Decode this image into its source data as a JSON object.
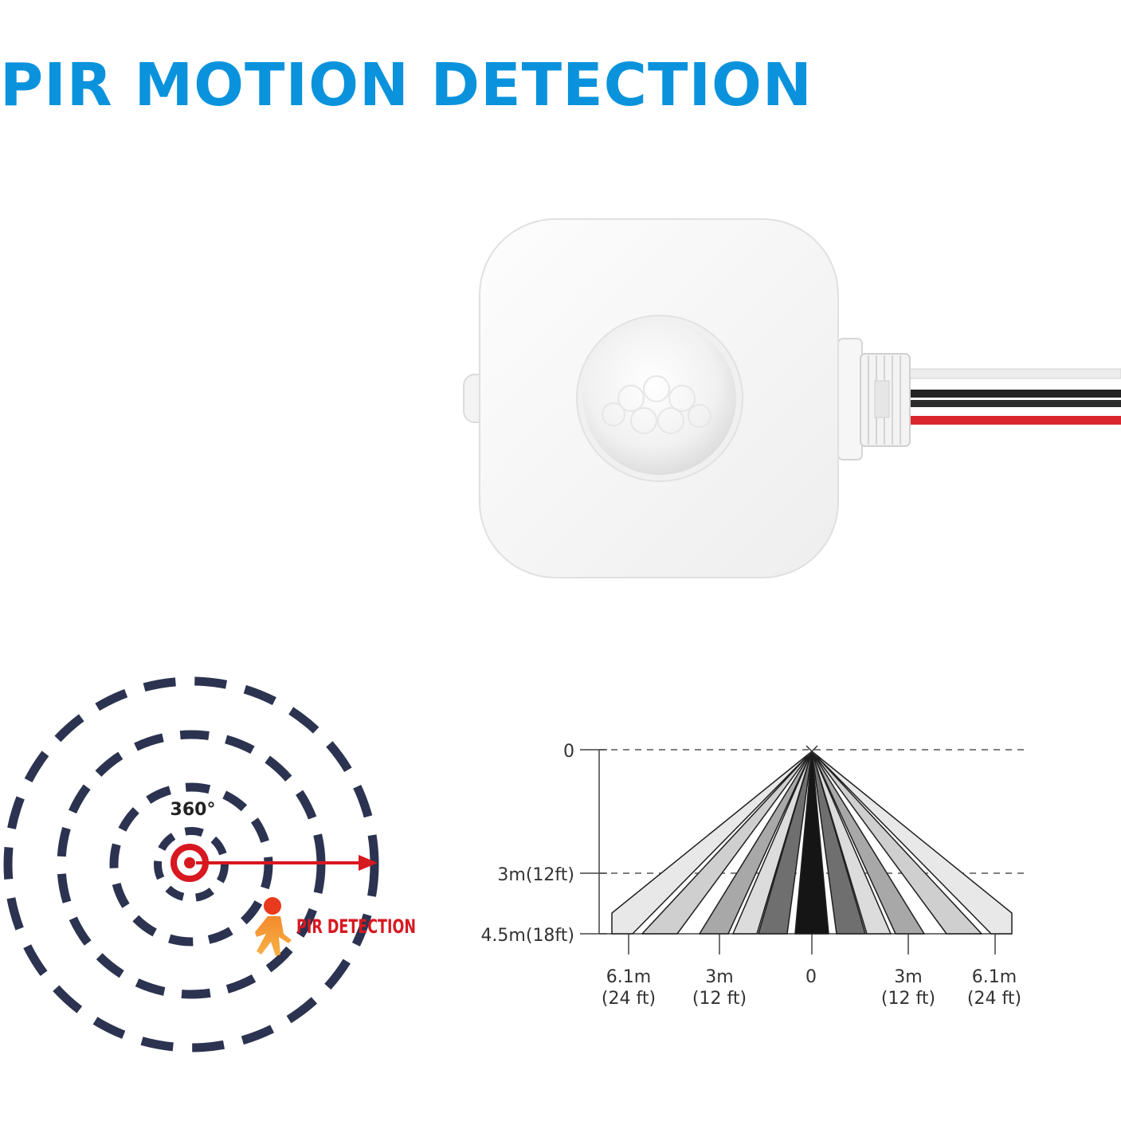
{
  "title": "PIR MOTION DETECTION",
  "colors": {
    "title": "#0a93dc",
    "ring_dash": "#2c3350",
    "target_red": "#d81820",
    "person_orange": "#f07828",
    "person_head": "#e83a1c",
    "wire_red": "#d8262c",
    "wire_black": "#1a1a1a",
    "wire_white": "#e4e4e4"
  },
  "icons": {
    "sensor": "pir-sensor-device-photo",
    "target": "target-icon",
    "person": "walking-person-icon"
  },
  "radial_diagram": {
    "angle_label": "360°",
    "detection_label": "PIR DETECTION"
  },
  "side_view": {
    "y_labels": [
      "0",
      "3m(12ft)",
      "4.5m(18ft)"
    ],
    "x_labels": [
      {
        "top": "6.1m",
        "bottom": "(24 ft)"
      },
      {
        "top": "3m",
        "bottom": "(12 ft)"
      },
      {
        "top": "0",
        "bottom": ""
      },
      {
        "top": "3m",
        "bottom": "(12 ft)"
      },
      {
        "top": "6.1m",
        "bottom": "(24 ft)"
      }
    ]
  }
}
